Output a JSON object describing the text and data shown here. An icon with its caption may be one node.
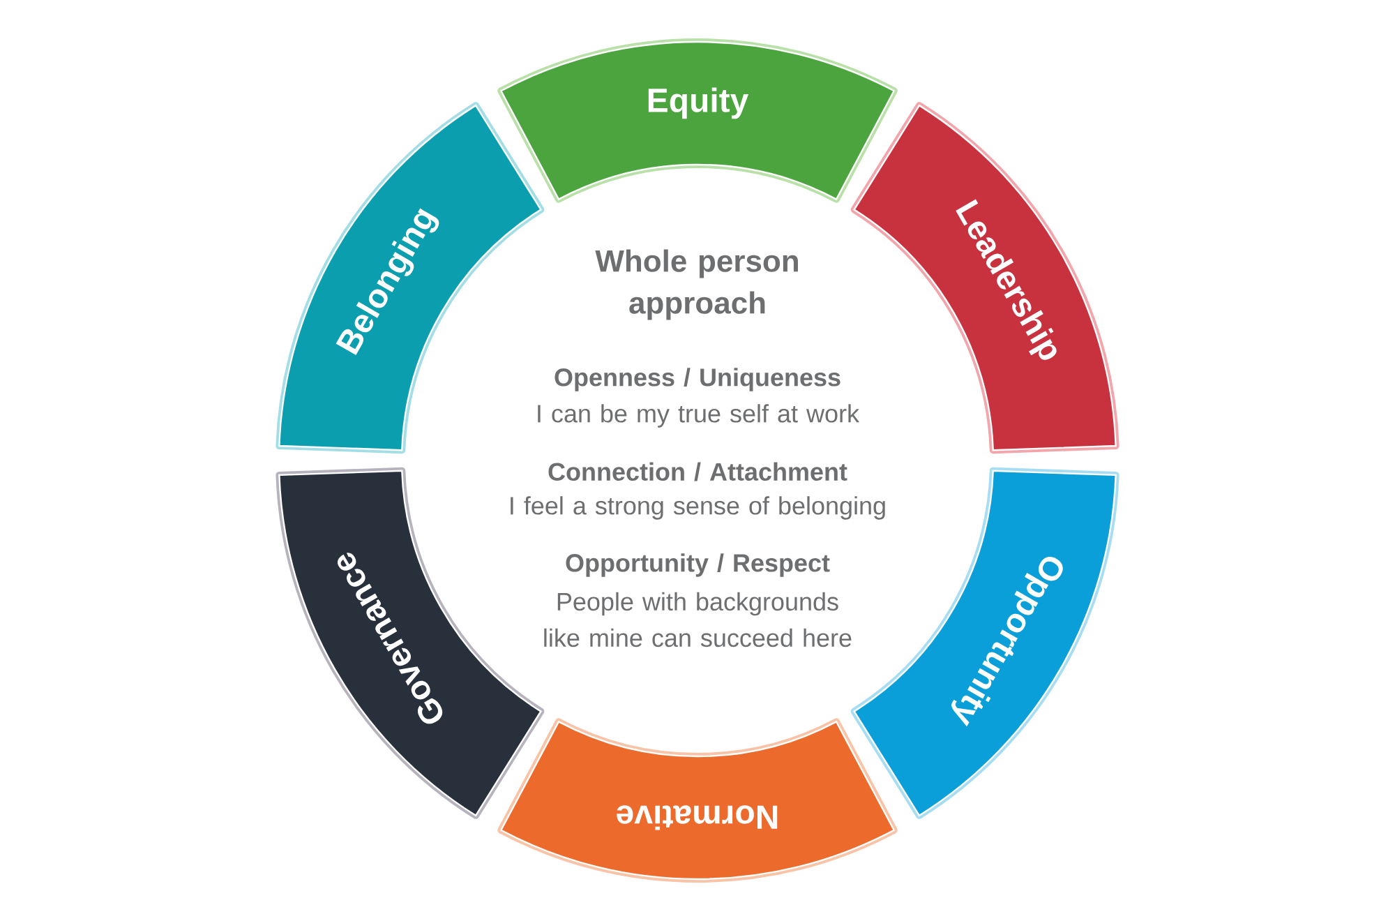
{
  "diagram": {
    "title": "Whole person approach",
    "nodes": [
      {
        "text": [
          "Equity"
        ]
      },
      {
        "text": [
          "Leadership"
        ]
      },
      {
        "text": [
          "Opportunity"
        ]
      },
      {
        "text": [
          "Normative"
        ]
      },
      {
        "text": [
          "Governance"
        ]
      },
      {
        "text": [
          "Belonging"
        ]
      }
    ],
    "labels": [
      "Openness / Uniqueness",
      "I can be my true self at work",
      "Connection / Attachment",
      "I feel a strong sense of belonging",
      "Opportunity / Respect",
      "People with backgrounds like mine can succeed here"
    ]
  }
}
